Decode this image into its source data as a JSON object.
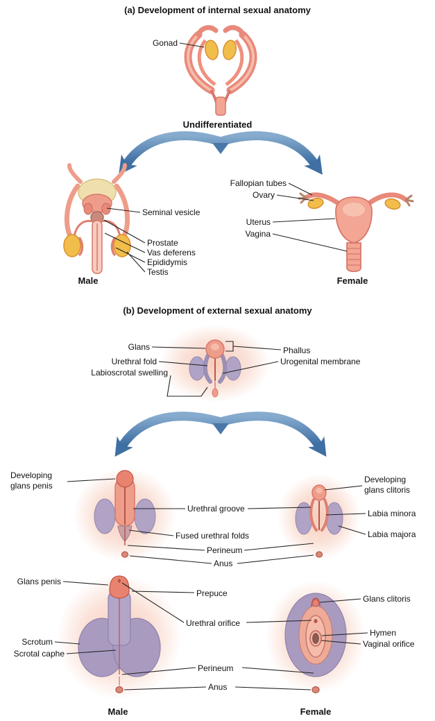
{
  "colors": {
    "salmon": "#ee9d8b",
    "salmon_dark": "#d8776b",
    "gonad_yellow": "#f1bd4b",
    "swelling_purple": "#b0a3c6",
    "organ_purple": "#a99bc0",
    "arrow_blue": "#3f6fa3",
    "label_text": "#111111"
  },
  "section_a": {
    "title": "(a) Development of internal sexual anatomy",
    "undifferentiated_caption": "Undifferentiated",
    "male_caption": "Male",
    "female_caption": "Female",
    "labels": {
      "gonad": "Gonad",
      "seminal_vesicle": "Seminal vesicle",
      "prostate": "Prostate",
      "vas_deferens": "Vas deferens",
      "epididymis": "Epididymis",
      "testis": "Testis",
      "fallopian_tubes": "Fallopian tubes",
      "ovary": "Ovary",
      "uterus": "Uterus",
      "vagina": "Vagina"
    }
  },
  "section_b": {
    "title": "(b) Development of external sexual anatomy",
    "male_caption": "Male",
    "female_caption": "Female",
    "labels": {
      "glans": "Glans",
      "urethral_fold": "Urethral fold",
      "labioscrotal_swelling": "Labioscrotal swelling",
      "phallus": "Phallus",
      "urogenital_membrane": "Urogenital membrane",
      "developing_glans_penis": "Developing glans penis",
      "developing_glans_clitoris": "Developing glans clitoris",
      "urethral_groove": "Urethral groove",
      "fused_urethral_folds": "Fused urethral folds",
      "perineum_mid": "Perineum",
      "anus_mid": "Anus",
      "labia_minora": "Labia minora",
      "labia_majora": "Labia majora",
      "glans_penis": "Glans penis",
      "prepuce": "Prepuce",
      "urethral_orifice": "Urethral orifice",
      "glans_clitoris": "Glans clitoris",
      "scrotum": "Scrotum",
      "scrotal_caphe": "Scrotal caphe",
      "hymen": "Hymen",
      "vaginal_orifice": "Vaginal orifice",
      "perineum_bottom": "Perineum",
      "anus_bottom": "Anus"
    }
  }
}
